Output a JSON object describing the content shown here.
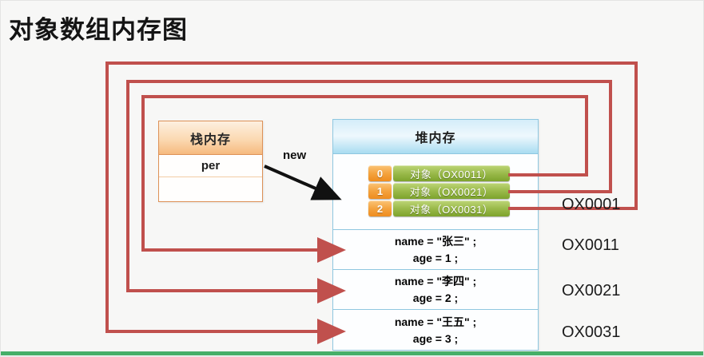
{
  "title": "对象数组内存图",
  "stack_box": {
    "header": "栈内存",
    "variable": "per"
  },
  "heap_box": {
    "header": "堆内存",
    "array_elements": [
      {
        "index": "0",
        "label": "对象（OX0011）"
      },
      {
        "index": "1",
        "label": "对象（OX0021）"
      },
      {
        "index": "2",
        "label": "对象（OX0031）"
      }
    ],
    "objects": [
      {
        "name_line": "name = \"张三\" ;",
        "age_line": "age = 1 ;"
      },
      {
        "name_line": "name = \"李四\" ;",
        "age_line": "age = 2 ;"
      },
      {
        "name_line": "name = \"王五\" ;",
        "age_line": "age = 3 ;"
      }
    ]
  },
  "new_arrow_label": "new",
  "addresses": [
    "OX0001",
    "OX0011",
    "OX0021",
    "OX0031"
  ],
  "colors": {
    "pointer_line_red": "#c0504d",
    "array_green": "#8fb13b",
    "array_index_orange": "#ee8c1e",
    "heap_border_blue": "#8fc7e0",
    "stack_border_orange": "#dd9157",
    "bottom_bar_green": "#46af69",
    "new_arrow_black": "#111111"
  }
}
